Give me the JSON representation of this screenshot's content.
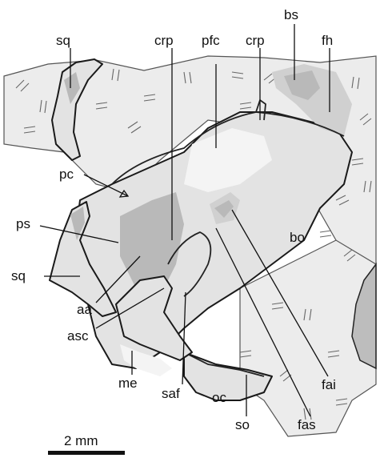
{
  "figure": {
    "scale_bar_label": "2 mm",
    "labels": {
      "sq_top": "sq",
      "crp_left": "crp",
      "pfc": "pfc",
      "crp_right": "crp",
      "bs": "bs",
      "fh": "fh",
      "pc": "pc",
      "ps": "ps",
      "bo": "bo",
      "sq_left": "sq",
      "aa": "aa",
      "asc": "asc",
      "me": "me",
      "saf": "saf",
      "oc": "oc",
      "so": "so",
      "fas": "fas",
      "fai": "fai"
    }
  }
}
